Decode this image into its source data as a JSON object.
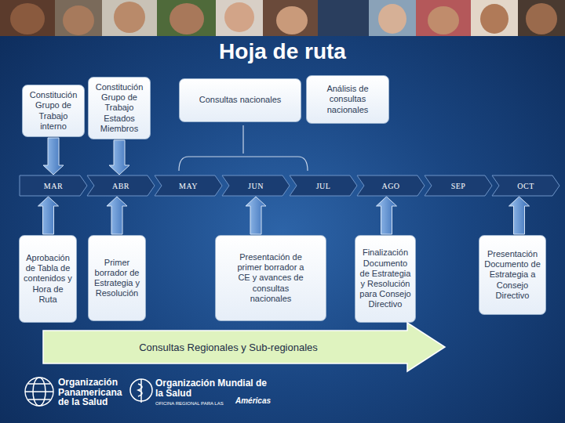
{
  "diagram": {
    "title": "Hoja de ruta",
    "nodes": [
      {
        "text": [
          "Constitución Grupo de Trabajo interno"
        ]
      },
      {
        "text": [
          "Constitución Grupo de Trabajo Estados Miembros"
        ]
      },
      {
        "text": [
          "Consultas nacionales"
        ]
      },
      {
        "text": [
          "Análisis de consultas nacionales"
        ]
      },
      {
        "text": [
          "MAR"
        ]
      },
      {
        "text": [
          "ABR"
        ]
      },
      {
        "text": [
          "MAY"
        ]
      },
      {
        "text": [
          "JUN"
        ]
      },
      {
        "text": [
          "JUL"
        ]
      },
      {
        "text": [
          "AGO"
        ]
      },
      {
        "text": [
          "SEP"
        ]
      },
      {
        "text": [
          "OCT"
        ]
      },
      {
        "text": [
          "Aprobación de Tabla de contenidos y Hora de Ruta"
        ]
      },
      {
        "text": [
          "Primer borrador de Estrategia y Resolución"
        ]
      },
      {
        "text": [
          "Presentación de primer borrador a CE y avances de consultas nacionales"
        ]
      },
      {
        "text": [
          "Finalización Documento de Estrategia y Resolución para Consejo Directivo"
        ]
      },
      {
        "text": [
          "Presentación Documento de Estrategia a Consejo Directivo"
        ]
      },
      {
        "text": [
          "Consultas Regionales y Sub-regionales"
        ]
      }
    ],
    "edges": [
      {
        "from": 0,
        "to": 4,
        "arrow": "to"
      },
      {
        "from": 1,
        "to": 5,
        "arrow": "to"
      },
      {
        "from": 12,
        "to": 4,
        "arrow": "to"
      },
      {
        "from": 13,
        "to": 5,
        "arrow": "to"
      },
      {
        "from": 14,
        "to": 7,
        "arrow": "to"
      },
      {
        "from": 15,
        "to": 9,
        "arrow": "to"
      },
      {
        "from": 16,
        "to": 11,
        "arrow": "to"
      }
    ],
    "labels": [
      "Organización Panamericana de la Salud",
      "Organización Mundial de la Salud",
      "OFICINA REGIONAL PARA LAS",
      "Américas"
    ]
  }
}
